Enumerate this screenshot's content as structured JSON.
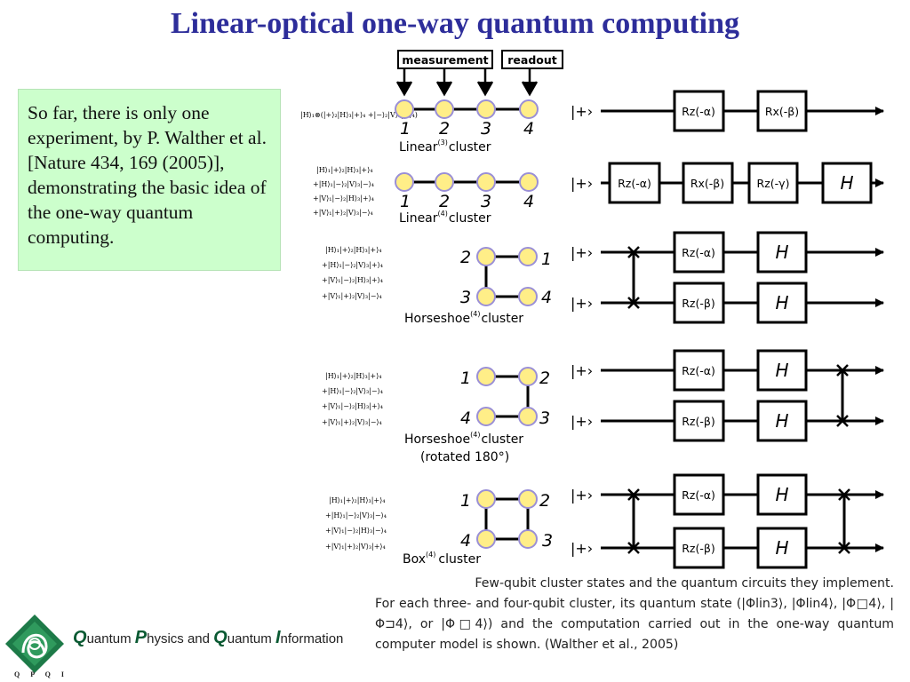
{
  "title": "Linear-optical one-way quantum computing",
  "note": "So far, there is only one experiment, by P. Walther et al. [Nature 434, 169 (2005)], demonstrating the basic idea of the one-way quantum computing.",
  "labels": {
    "measurement": "measurement",
    "readout": "readout",
    "plus": "|+›"
  },
  "clusters": [
    {
      "label_main": "Linear",
      "label_sup": "(3)",
      "label_rest": "cluster",
      "label2": "",
      "qubits": [
        "1",
        "2",
        "3",
        "4"
      ],
      "state": [
        "|H⟩₁⊗(|+⟩₂|H⟩₃|+⟩₄ +|−⟩₂|V⟩₃|−⟩₄)"
      ]
    },
    {
      "label_main": "Linear",
      "label_sup": "(4)",
      "label_rest": "cluster",
      "label2": "",
      "qubits": [
        "1",
        "2",
        "3",
        "4"
      ],
      "state": [
        "|H⟩₁|+⟩₂|H⟩₃|+⟩₄",
        "+|H⟩₁|−⟩₂|V⟩₃|−⟩₄",
        "+|V⟩₁|−⟩₂|H⟩₃|+⟩₄",
        "+|V⟩₁|+⟩₂|V⟩₃|−⟩₄"
      ]
    },
    {
      "label_main": "Horseshoe",
      "label_sup": "(4)",
      "label_rest": "cluster",
      "label2": "",
      "qubits": [
        "2",
        "1",
        "3",
        "4"
      ],
      "state": [
        "|H⟩₁|+⟩₂|H⟩₃|+⟩₄",
        "+|H⟩₁|−⟩₂|V⟩₃|+⟩₄",
        "+|V⟩₁|−⟩₂|H⟩₃|+⟩₄",
        "+|V⟩₁|+⟩₂|V⟩₃|−⟩₄"
      ]
    },
    {
      "label_main": "Horseshoe",
      "label_sup": "(4)",
      "label_rest": "cluster",
      "label2": "(rotated 180°)",
      "qubits": [
        "1",
        "2",
        "4",
        "3"
      ],
      "state": [
        "|H⟩₁|+⟩₂|H⟩₃|+⟩₄",
        "+|H⟩₁|−⟩₂|V⟩₃|−⟩₄",
        "+|V⟩₁|−⟩₂|H⟩₃|+⟩₄",
        "+|V⟩₁|+⟩₂|V⟩₃|−⟩₄"
      ]
    },
    {
      "label_main": "Box",
      "label_sup": "(4)",
      "label_rest": "cluster",
      "label2": "",
      "qubits": [
        "1",
        "2",
        "4",
        "3"
      ],
      "state": [
        "|H⟩₁|+⟩₂|H⟩₃|+⟩₄",
        "+|H⟩₁|−⟩₂|V⟩₃|−⟩₄",
        "+|V⟩₁|−⟩₂|H⟩₃|−⟩₄",
        "+|V⟩₁|+⟩₂|V⟩₃|+⟩₄"
      ]
    }
  ],
  "gates": {
    "rz_a": "Rz(-α)",
    "rx_b": "Rx(-β)",
    "rz_g": "Rz(-γ)",
    "rz_b": "Rz(-β)",
    "h": "H"
  },
  "caption": {
    "p1": "Few-qubit cluster states and the quantum circuits they implement.",
    "p2": "For each three- and four-qubit cluster, its quantum state (|Φlin3⟩, |Φlin4⟩, |Φ□4⟩, |Φ⊐4⟩, or |Φ□4⟩) and the computation carried out in the one-way quantum computer model is shown. (Walther et al., 2005)"
  },
  "logo": {
    "q1": "Q",
    "w1": "uantum",
    "p": "P",
    "w2": "hysics and",
    "q2": "Q",
    "w3": "uantum",
    "i": "I",
    "w4": "nformation",
    "abbrev": "Q P Q I"
  },
  "colors": {
    "title": "#2d2d9a",
    "note_bg": "#ccffcc",
    "qubit": "#ffee88",
    "qubit_stroke": "#9a8fd6",
    "logo_green": "#0b5a33"
  }
}
